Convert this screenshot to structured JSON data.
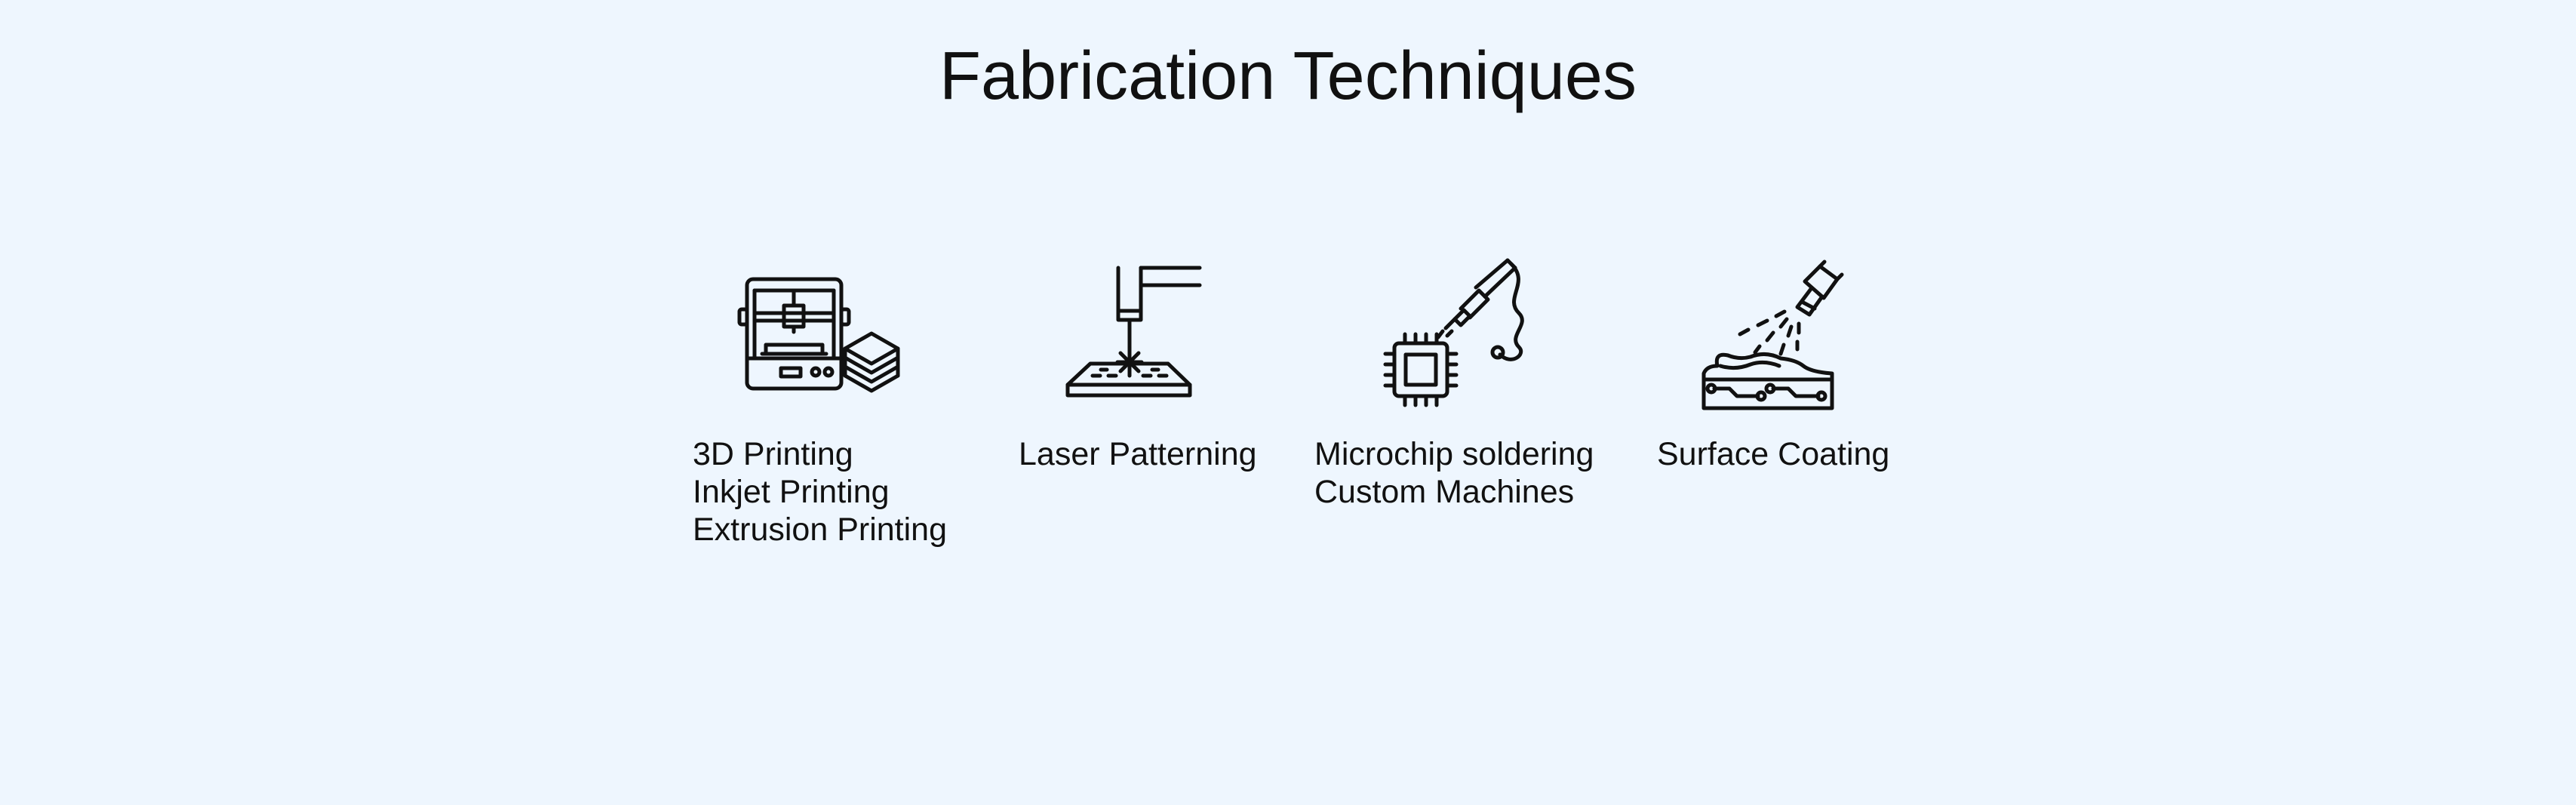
{
  "title": "Fabrication Techniques",
  "items": [
    {
      "icon": "3d-printer-icon",
      "lines": [
        "3D Printing",
        "Inkjet Printing",
        "Extrusion Printing"
      ]
    },
    {
      "icon": "laser-cutter-icon",
      "lines": [
        "Laser Patterning"
      ]
    },
    {
      "icon": "soldering-iron-chip-icon",
      "lines": [
        "Microchip soldering",
        "Custom Machines"
      ]
    },
    {
      "icon": "spray-coating-icon",
      "lines": [
        "Surface Coating"
      ]
    }
  ]
}
